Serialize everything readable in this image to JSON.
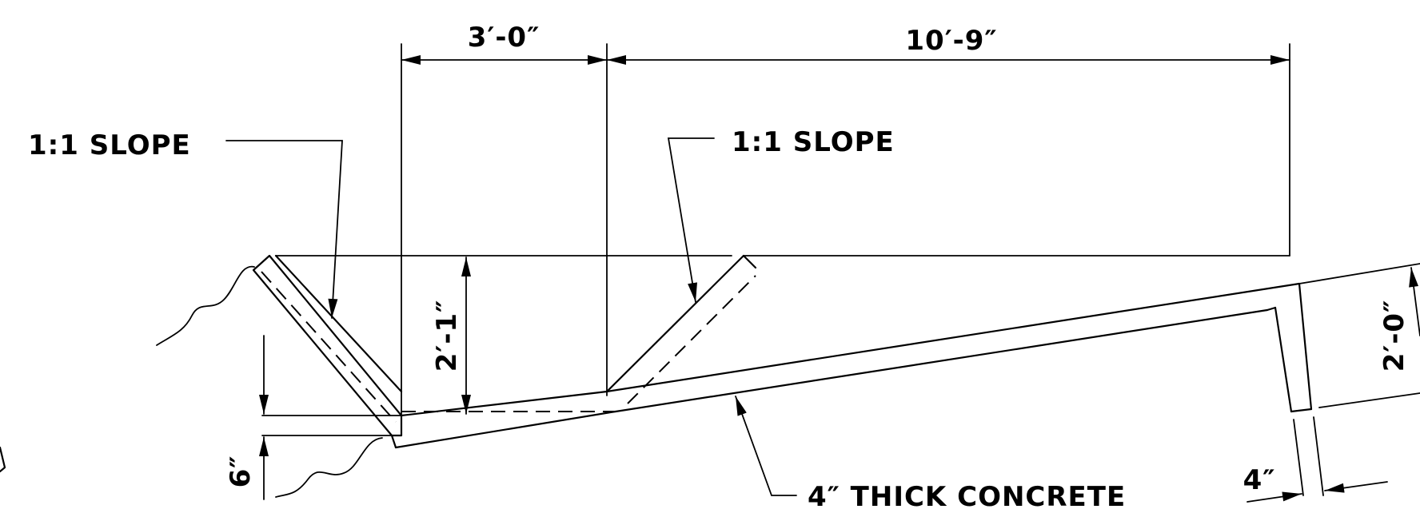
{
  "labels": {
    "slope_left": "1:1 SLOPE",
    "slope_right": "1:1 SLOPE",
    "concrete": "4″ THICK CONCRETE"
  },
  "dimensions": {
    "width_left": "3′-0″",
    "width_right": "10′-9″",
    "depth": "2′-1″",
    "offset_height": "2′-0″",
    "thickness": "6″",
    "wall_thickness": "4″"
  }
}
